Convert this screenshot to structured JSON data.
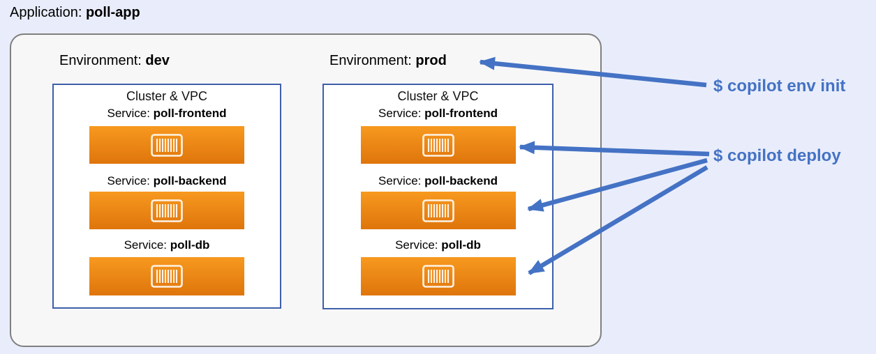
{
  "app": {
    "label": "Application: ",
    "name": "poll-app"
  },
  "environments": [
    {
      "label": "Environment: ",
      "name": "dev",
      "cluster_label": "Cluster & VPC",
      "services": [
        {
          "label": "Service: ",
          "name": "poll-frontend"
        },
        {
          "label": "Service: ",
          "name": "poll-backend"
        },
        {
          "label": "Service: ",
          "name": "poll-db"
        }
      ]
    },
    {
      "label": "Environment: ",
      "name": "prod",
      "cluster_label": "Cluster & VPC",
      "services": [
        {
          "label": "Service: ",
          "name": "poll-frontend"
        },
        {
          "label": "Service: ",
          "name": "poll-backend"
        },
        {
          "label": "Service: ",
          "name": "poll-db"
        }
      ]
    }
  ],
  "commands": {
    "env_init": "$ copilot env init",
    "deploy": "$ copilot deploy"
  },
  "icons": {
    "container": "ecs-container-icon"
  },
  "colors": {
    "accent_blue": "#4472C4",
    "container_orange_top": "#F7991F",
    "container_orange_bottom": "#DF750C",
    "cluster_border": "#3E5FA9",
    "outer_border": "#7F7F7F",
    "page_background": "#E9EDFB",
    "boundary_background": "#F7F7F8"
  }
}
